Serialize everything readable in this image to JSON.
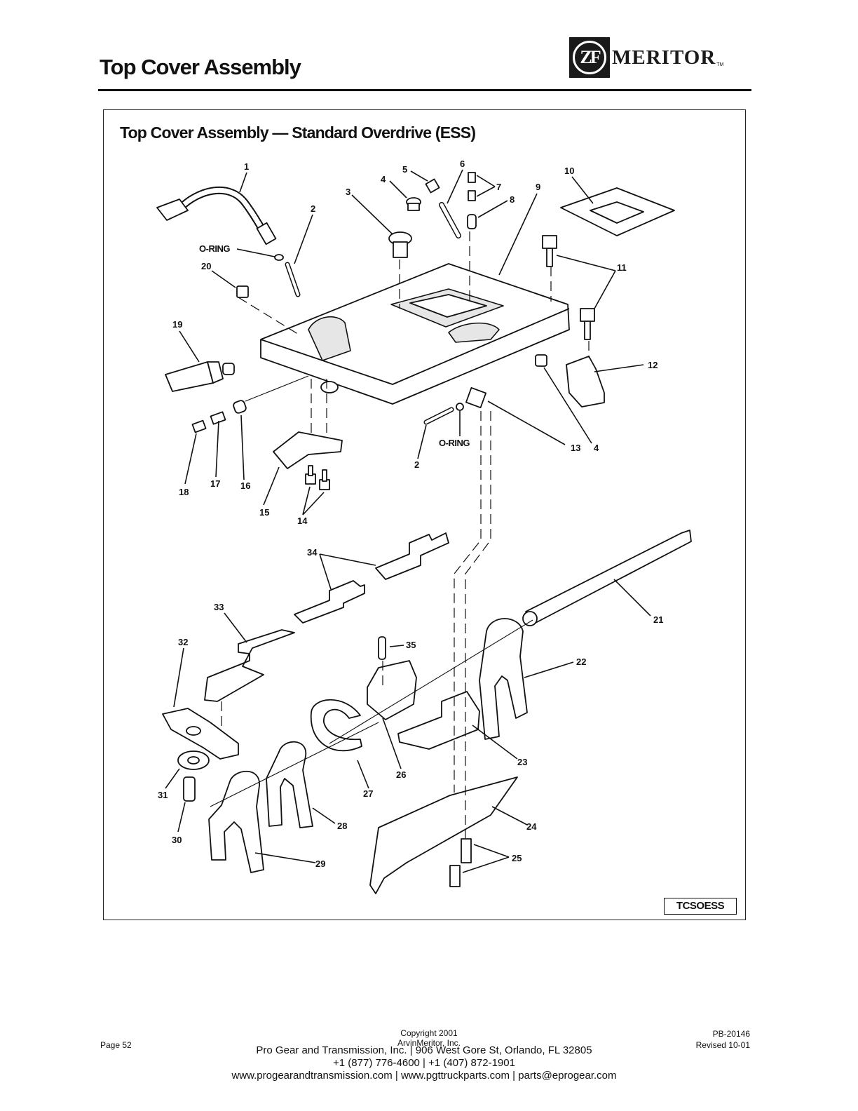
{
  "header": {
    "title": "Top Cover Assembly",
    "logo": {
      "mark": "ZF",
      "word": "MERITOR",
      "tm": "TM"
    }
  },
  "figure": {
    "title": "Top Cover Assembly — Standard Overdrive (ESS)",
    "id": "TCSOESS",
    "labels": {
      "oring_top": "O-RING",
      "oring_bottom": "O-RING"
    },
    "callouts": [
      "1",
      "2",
      "3",
      "4",
      "5",
      "6",
      "7",
      "8",
      "9",
      "10",
      "11",
      "12",
      "13",
      "14",
      "15",
      "16",
      "17",
      "18",
      "19",
      "20",
      "21",
      "22",
      "23",
      "24",
      "25",
      "26",
      "27",
      "28",
      "29",
      "30",
      "31",
      "32",
      "33",
      "34",
      "35"
    ],
    "callouts_repeat": {
      "two_b": "2",
      "four_b": "4"
    }
  },
  "footer": {
    "page": "Page 52",
    "copyright_line1": "Copyright 2001",
    "copyright_line2": "ArvinMeritor, Inc.",
    "doc_number": "PB-20146",
    "revised": "Revised 10-01",
    "dealer_line1": "Pro Gear and Transmission, Inc. | 906 West Gore St, Orlando, FL  32805",
    "dealer_line2": "+1 (877) 776-4600 | +1 (407) 872-1901",
    "dealer_line3": "www.progearandtransmission.com | www.pgttruckparts.com | parts@eprogear.com"
  }
}
